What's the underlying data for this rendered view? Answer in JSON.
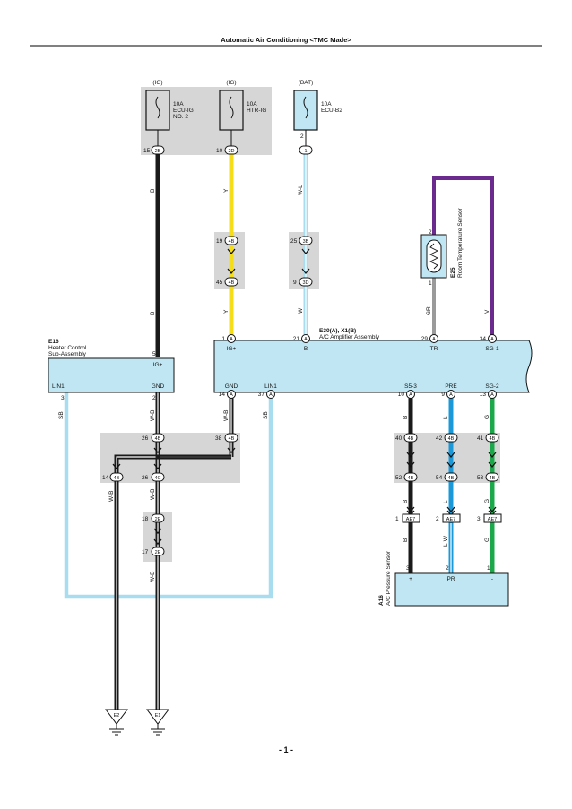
{
  "page": {
    "title": "Automatic Air Conditioning <TMC Made>",
    "page_number": "- 1 -"
  },
  "fuses": [
    {
      "supply": "(IG)",
      "rating": "10A",
      "name1": "ECU-IG",
      "name2": "NO. 2",
      "pin": "15",
      "conn": "2B"
    },
    {
      "supply": "(IG)",
      "rating": "10A",
      "name1": "HTR-IG",
      "name2": "",
      "pin": "10",
      "conn": "2D"
    },
    {
      "supply": "(BAT)",
      "rating": "10A",
      "name1": "ECU-B2",
      "name2": "",
      "pin_top": "2",
      "pin": "1",
      "conn": "1"
    }
  ],
  "wire_colors": {
    "b": "B",
    "y": "Y",
    "wl": "W-L",
    "w": "W",
    "gr": "GR",
    "v": "V",
    "sb": "SB",
    "wb": "W-B",
    "l": "L",
    "g": "G",
    "lw": "L-W"
  },
  "junctions": {
    "j19": {
      "pin": "19",
      "conn": "4B"
    },
    "j45": {
      "pin": "45",
      "conn": "4B"
    },
    "j25": {
      "pin": "25",
      "conn": "3B"
    },
    "j9": {
      "pin": "9",
      "conn": "3D"
    },
    "j26a": {
      "pin": "26",
      "conn": "4B"
    },
    "j38": {
      "pin": "38",
      "conn": "4B"
    },
    "j14": {
      "pin": "14",
      "conn": "4B"
    },
    "j26b": {
      "pin": "26",
      "conn": "4C"
    },
    "j18": {
      "pin": "18",
      "conn": "2E"
    },
    "j17": {
      "pin": "17",
      "conn": "2E"
    },
    "j40": {
      "pin": "40",
      "conn": "4B"
    },
    "j42": {
      "pin": "42",
      "conn": "4B"
    },
    "j41": {
      "pin": "41",
      "conn": "4B"
    },
    "j52": {
      "pin": "52",
      "conn": "4B"
    },
    "j54": {
      "pin": "54",
      "conn": "4B"
    },
    "j53": {
      "pin": "53",
      "conn": "4B"
    }
  },
  "ae7": {
    "c1": "1",
    "c2": "2",
    "c3": "3",
    "label": "AE7"
  },
  "heater": {
    "code": "E16",
    "name1": "Heater Control",
    "name2": "Sub-Assembly",
    "ig": "IG+",
    "lin": "LIN1",
    "gnd": "GND",
    "pin_ig": "5",
    "pin_lin": "3",
    "pin_gnd": "2"
  },
  "amp": {
    "code": "E30(A), X1(B)",
    "name": "A/C Amplifier Assembly",
    "top": [
      {
        "pin": "1",
        "c": "A",
        "label": "IG+"
      },
      {
        "pin": "21",
        "c": "A",
        "label": "B"
      },
      {
        "pin": "29",
        "c": "A",
        "label": "TR"
      },
      {
        "pin": "34",
        "c": "A",
        "label": "SG-1"
      }
    ],
    "bottom": [
      {
        "pin": "14",
        "c": "A",
        "label": "GND"
      },
      {
        "pin": "37",
        "c": "A",
        "label": "LIN1"
      },
      {
        "pin": "10",
        "c": "A",
        "label": "S5-3"
      },
      {
        "pin": "9",
        "c": "A",
        "label": "PRE"
      },
      {
        "pin": "13",
        "c": "A",
        "label": "SG-2"
      }
    ]
  },
  "sensor_room": {
    "code": "E25",
    "name": "Room Temperature Sensor",
    "pin2": "2",
    "pin1": "1"
  },
  "sensor_press": {
    "code": "A16",
    "name": "A/C Pressure Sensor",
    "plus": "+",
    "pr": "PR",
    "minus": "-",
    "p3": "3",
    "p2": "2",
    "p1": "1"
  },
  "grounds": {
    "g1": "E2",
    "g2": "E1"
  },
  "colors": {
    "black": "#1a1a1a",
    "yellow": "#f5dd1a",
    "lightblue": "#a8dcef",
    "purple": "#6b2a8e",
    "gray": "#9a9a9a",
    "blue": "#1a98d8",
    "green": "#1aa84a",
    "box": "#bfe6f2",
    "shade": "#d6d6d6"
  }
}
